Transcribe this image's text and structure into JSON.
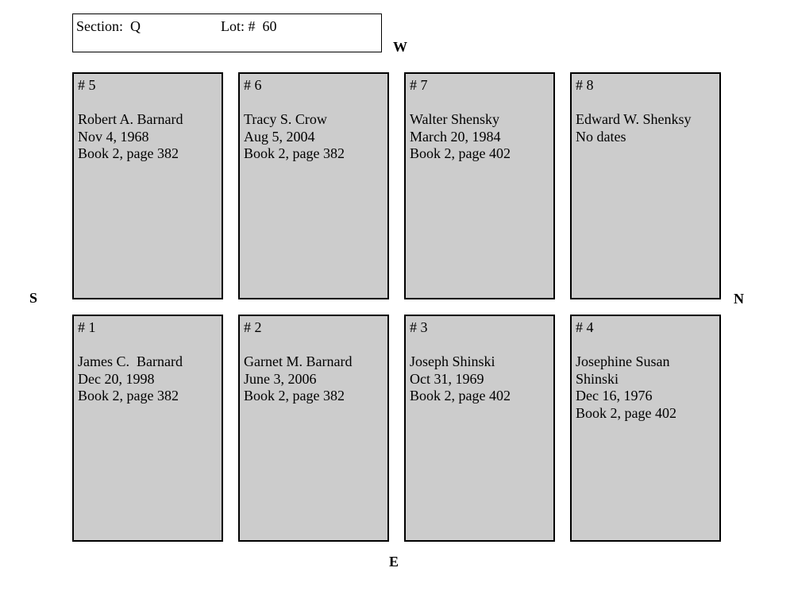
{
  "header": {
    "section": "Section:  Q",
    "lot": "Lot: #  60"
  },
  "compass": {
    "west": "W",
    "east": "E",
    "south": "S",
    "north": "N"
  },
  "plots": {
    "p5": {
      "number": "# 5",
      "lines": [
        "Robert A. Barnard",
        "Nov 4, 1968",
        "Book 2, page 382"
      ]
    },
    "p6": {
      "number": "# 6",
      "lines": [
        "Tracy S. Crow",
        "Aug 5, 2004",
        "Book 2, page 382"
      ]
    },
    "p7": {
      "number": "# 7",
      "lines": [
        "Walter Shensky",
        "March 20, 1984",
        "Book 2, page 402"
      ]
    },
    "p8": {
      "number": "# 8",
      "lines": [
        "Edward W. Shenksy",
        "No dates"
      ]
    },
    "p1": {
      "number": "# 1",
      "lines": [
        "James C.  Barnard",
        "Dec 20, 1998",
        "Book 2, page 382"
      ]
    },
    "p2": {
      "number": "# 2",
      "lines": [
        "Garnet M. Barnard",
        "June 3, 2006",
        "Book 2, page 382"
      ]
    },
    "p3": {
      "number": "# 3",
      "lines": [
        "Joseph Shinski",
        "Oct 31, 1969",
        "Book 2, page 402"
      ]
    },
    "p4": {
      "number": "# 4",
      "lines": [
        "Josephine Susan",
        "Shinski",
        "Dec 16, 1976",
        "Book 2, page 402"
      ]
    }
  }
}
